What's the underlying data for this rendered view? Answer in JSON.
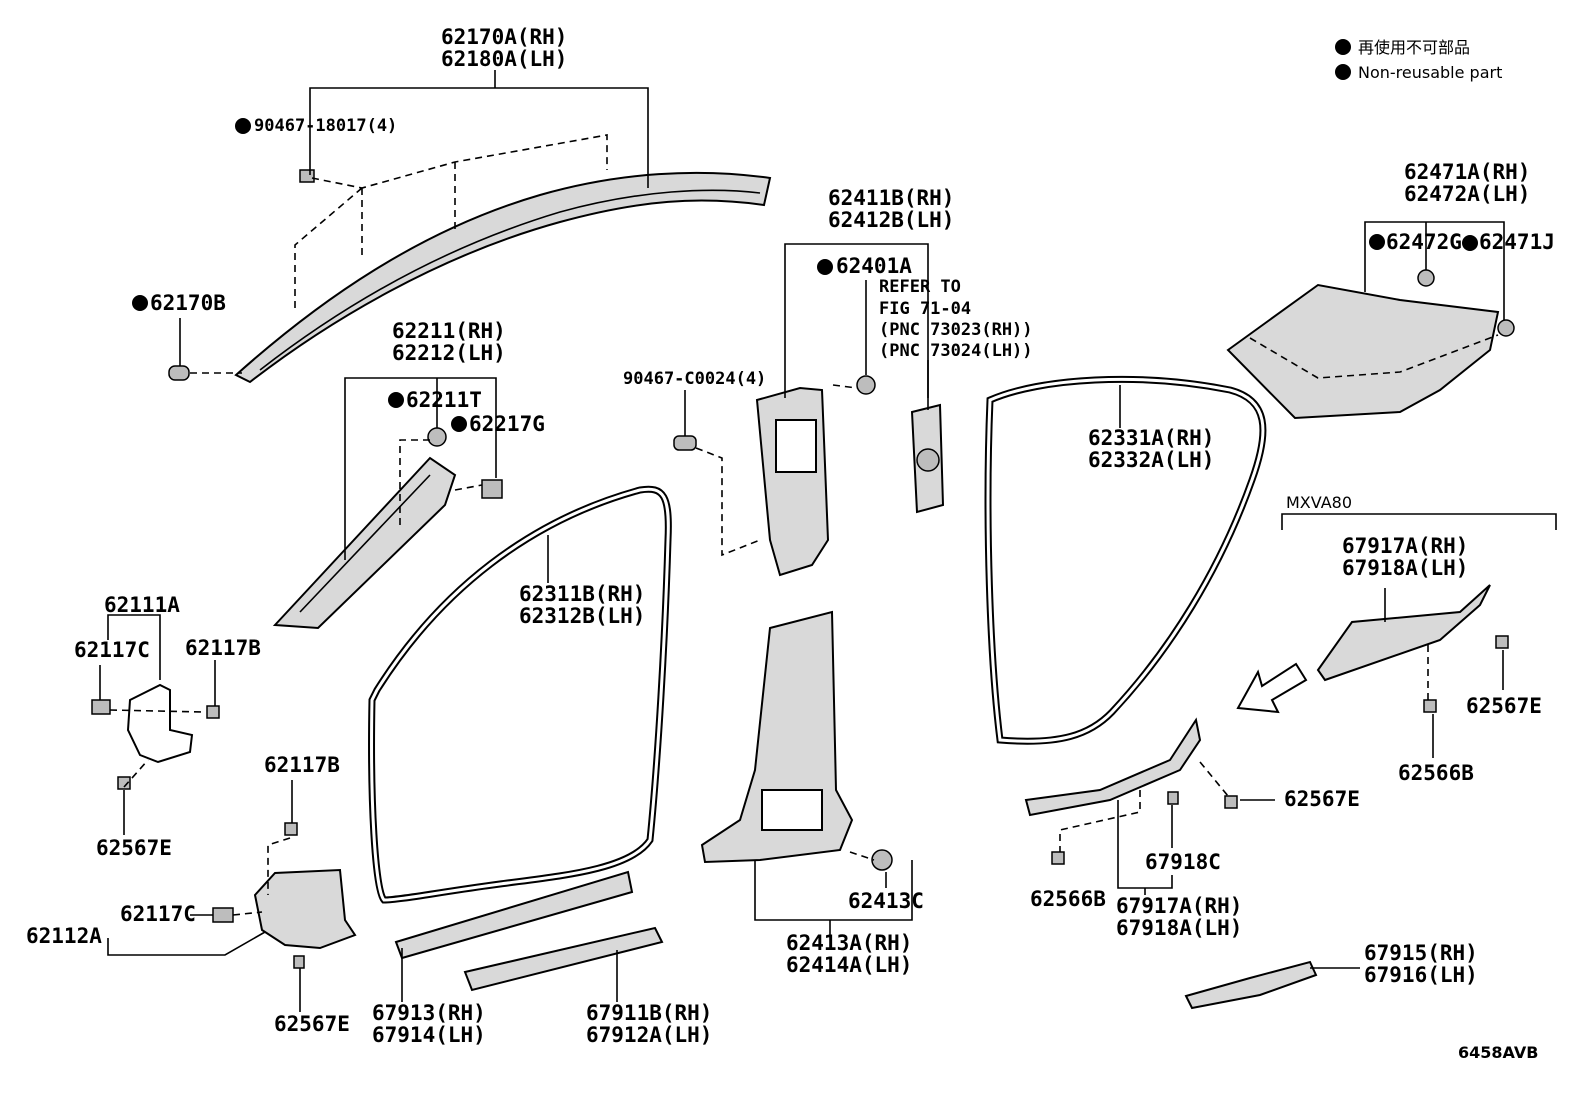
{
  "legend": {
    "items": [
      {
        "text": "再使用不可部品"
      },
      {
        "text": "Non-reusable part"
      }
    ]
  },
  "figure_code": "6458AVB",
  "variant_label": "MXVA80",
  "labels": {
    "l_62170A": "62170A(RH)",
    "l_62180A": "62180A(LH)",
    "l_90467_18017": "90467-18017(4)",
    "l_62170B": "62170B",
    "l_62211": "62211(RH)",
    "l_62212": "62212(LH)",
    "l_62211T": "62211T",
    "l_62217G": "62217G",
    "l_62111A": "62111A",
    "l_62117C_a": "62117C",
    "l_62117B_a": "62117B",
    "l_62567E_a": "62567E",
    "l_62117B_b": "62117B",
    "l_62117C_b": "62117C",
    "l_62112A": "62112A",
    "l_62567E_b": "62567E",
    "l_62311B": "62311B(RH)",
    "l_62312B": "62312B(LH)",
    "l_67913": "67913(RH)",
    "l_67914": "67914(LH)",
    "l_67911B": "67911B(RH)",
    "l_67912A": "67912A(LH)",
    "l_90467_C0024": "90467-C0024(4)",
    "l_62411B": "62411B(RH)",
    "l_62412B": "62412B(LH)",
    "l_62401A": "62401A",
    "l_refer1": "REFER TO",
    "l_refer2": "FIG 71-04",
    "l_refer3": "(PNC 73023(RH))",
    "l_refer4": "(PNC 73024(LH))",
    "l_62413C": "62413C",
    "l_62413A": "62413A(RH)",
    "l_62414A": "62414A(LH)",
    "l_62331A": "62331A(RH)",
    "l_62332A": "62332A(LH)",
    "l_62471A": "62471A(RH)",
    "l_62472A": "62472A(LH)",
    "l_62472G": "62472G",
    "l_62471J": "62471J",
    "l_67917A_top": "67917A(RH)",
    "l_67918A_top": "67918A(LH)",
    "l_62567E_c": "62567E",
    "l_62566B_a": "62566B",
    "l_62567E_d": "62567E",
    "l_67918C": "67918C",
    "l_62566B_b": "62566B",
    "l_67917A_bot": "67917A(RH)",
    "l_67918A_bot": "67918A(LH)",
    "l_67915": "67915(RH)",
    "l_67916": "67916(LH)"
  }
}
